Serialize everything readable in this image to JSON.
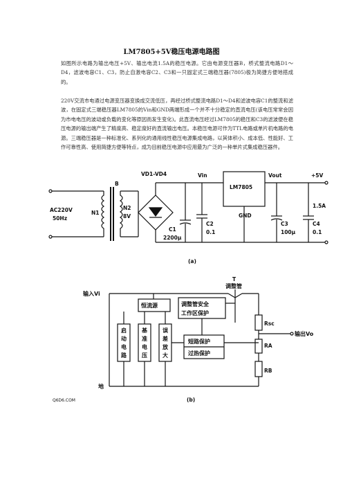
{
  "document": {
    "title": "LM7805+5V稳压电源电路图",
    "paragraphs": [
      "如图所示电路为输出电压+5V、输出电流1.5A的稳压电源。它由电源变压器B，桥式整流电路D1～D4，滤波电容C1、C3，防止自激电容C2、C3和一只固定式三端稳压器(7805)极为简捷方便地搭成的。",
      "220V交流市电通过电源变压器变换成交流低压，再经过桥式整流电路D1～D4和滤波电容C1的整流和滤波，在固定式三端稳压器LM7805的Vin和GND两端形成一个并不十分稳定的直流电压(该电压常常会因为市电电压的波动或负载的变化等原因而发生变化)。此直流电压经过LM7805的稳压和C3的滤波便在稳压电源的输出端产生了精度高、稳定度好的直流输出电压。本稳压电源可作为TTL电路或单片机电路的电源。三端稳压器是一种标准化、系列化的通用线性稳压电源集成电路，以其体积小、成本低、性能好、工作可靠性高、使用简捷方便等特点，成为目前稳压电源中应用最为广泛的一种单片式集成稳压器件。"
    ]
  },
  "circuit_a": {
    "input_line1": "AC220V",
    "input_line2": "50Hz",
    "transformer": "B",
    "primary": "N1",
    "secondary": "N2",
    "secondary_voltage": "8V",
    "bridge": "VD1-VD4",
    "vin": "Vin",
    "regulator": "LM7805",
    "vout": "Vout",
    "output": "+5V",
    "c1": "C1",
    "c1_value": "2200μ",
    "c2": "C2",
    "c2_value": "0.1",
    "gnd": "GND",
    "c3": "C3",
    "c3_value": "100μ",
    "current": "1.5A",
    "c4": "C4",
    "c4_value": "0.1",
    "caption": "(a)"
  },
  "circuit_b": {
    "input": "输入Vi",
    "transistor": "T",
    "transistor_label": "调整管",
    "current_source": "恒流源",
    "protection1_line1": "调整管安全",
    "protection1_line2": "工作区保护",
    "startup": [
      "启",
      "动",
      "电",
      "路"
    ],
    "reference": [
      "基",
      "准",
      "电",
      "压"
    ],
    "amplifier": [
      "误",
      "差",
      "放",
      "大"
    ],
    "protection2_line1": "短路保护",
    "protection2_line2": "过热保护",
    "rsc": "Rsc",
    "ra": "RA",
    "rb": "RB",
    "output": "输出Vo",
    "ground": "地",
    "watermark": "Q6D6.COM",
    "caption": "(b)"
  }
}
